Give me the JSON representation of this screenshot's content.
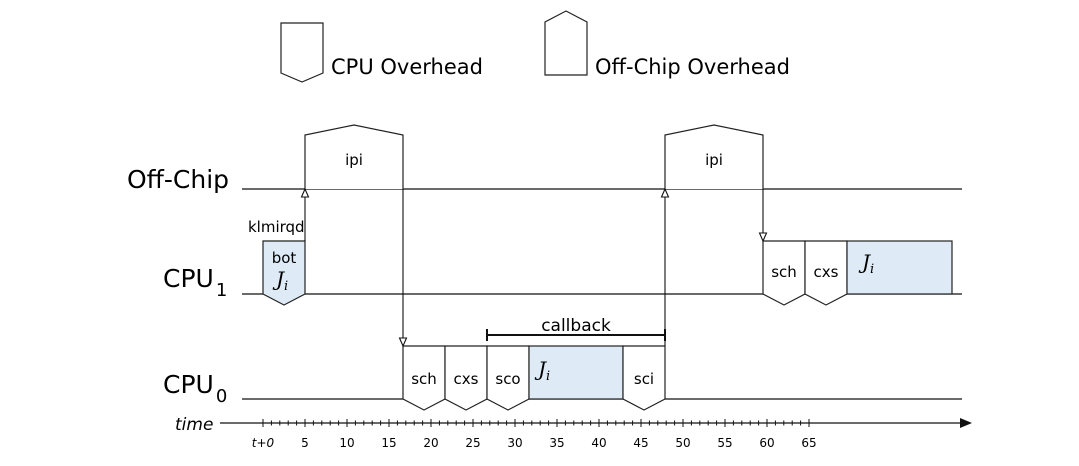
{
  "legend": {
    "cpu_overhead": "CPU Overhead",
    "offchip_overhead": "Off-Chip Overhead"
  },
  "rows": {
    "offchip": "Off-Chip",
    "cpu1_base": "CPU",
    "cpu1_sub": "1",
    "cpu0_base": "CPU",
    "cpu0_sub": "0"
  },
  "axis": {
    "label": "time",
    "ticks": [
      "t+0",
      "5",
      "10",
      "15",
      "20",
      "25",
      "30",
      "35",
      "40",
      "45",
      "50",
      "55",
      "60",
      "65"
    ],
    "min": 0,
    "max": 65
  },
  "cpu1_events": {
    "klmirqd": "klmirqd",
    "bot": "bot",
    "job_base": "J",
    "job_sub": "i",
    "sch": "sch",
    "cxs": "cxs",
    "job2_base": "J",
    "job2_sub": "i"
  },
  "cpu0_events": {
    "sch": "sch",
    "cxs": "cxs",
    "sco": "sco",
    "job_base": "J",
    "job_sub": "i",
    "sci": "sci"
  },
  "offchip_events": {
    "ipi1": "ipi",
    "ipi2": "ipi"
  },
  "callback": "callback"
}
